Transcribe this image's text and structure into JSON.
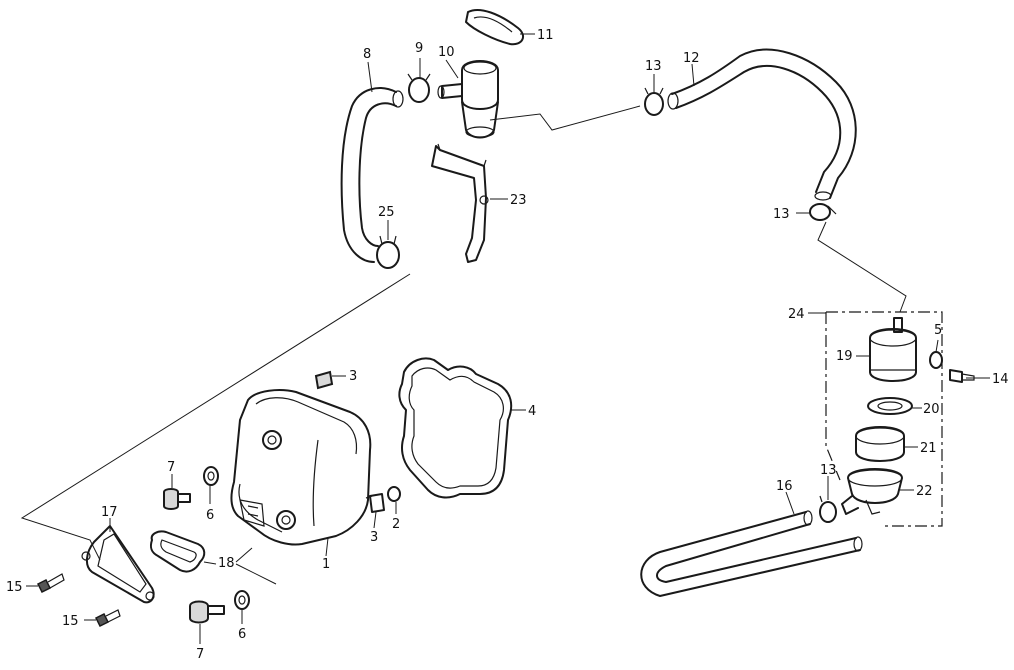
{
  "callouts": [
    {
      "id": "c1",
      "text": "1"
    },
    {
      "id": "c2",
      "text": "2"
    },
    {
      "id": "c3a",
      "text": "3"
    },
    {
      "id": "c3b",
      "text": "3"
    },
    {
      "id": "c4",
      "text": "4"
    },
    {
      "id": "c5",
      "text": "5"
    },
    {
      "id": "c6a",
      "text": "6"
    },
    {
      "id": "c6b",
      "text": "6"
    },
    {
      "id": "c7a",
      "text": "7"
    },
    {
      "id": "c7b",
      "text": "7"
    },
    {
      "id": "c8",
      "text": "8"
    },
    {
      "id": "c9",
      "text": "9"
    },
    {
      "id": "c10",
      "text": "10"
    },
    {
      "id": "c11",
      "text": "11"
    },
    {
      "id": "c12",
      "text": "12"
    },
    {
      "id": "c13a",
      "text": "13"
    },
    {
      "id": "c13b",
      "text": "13"
    },
    {
      "id": "c13c",
      "text": "13"
    },
    {
      "id": "c14",
      "text": "14"
    },
    {
      "id": "c15a",
      "text": "15"
    },
    {
      "id": "c15b",
      "text": "15"
    },
    {
      "id": "c16",
      "text": "16"
    },
    {
      "id": "c17",
      "text": "17"
    },
    {
      "id": "c18",
      "text": "18"
    },
    {
      "id": "c19",
      "text": "19"
    },
    {
      "id": "c20",
      "text": "20"
    },
    {
      "id": "c21",
      "text": "21"
    },
    {
      "id": "c22",
      "text": "22"
    },
    {
      "id": "c23",
      "text": "23"
    },
    {
      "id": "c24",
      "text": "24"
    },
    {
      "id": "c25",
      "text": "25"
    }
  ],
  "colors": {
    "ink": "#1a1a1a",
    "background": "#ffffff"
  }
}
